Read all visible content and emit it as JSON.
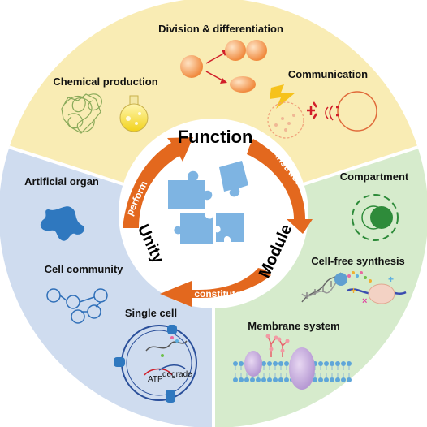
{
  "center": {
    "top_label": "Function",
    "right_label": "Module",
    "left_label": "Unity",
    "arrows": {
      "instruct": "instruct",
      "constitute": "constitute",
      "perform": "perform"
    }
  },
  "function_sector": {
    "division": "Division & differentiation",
    "chemical": "Chemical production",
    "communication": "Communication"
  },
  "module_sector": {
    "compartment": "Compartment",
    "cellfree": "Cell-free synthesis",
    "membrane": "Membrane system"
  },
  "unity_sector": {
    "organ": "Artificial organ",
    "community": "Cell community",
    "single": "Single cell",
    "atp": "ATP",
    "degrade": "degrade"
  },
  "colors": {
    "function_bg": "#f9ecb4",
    "module_bg": "#d6ebcc",
    "unity_bg": "#cfdcef",
    "arrow": "#e3681e",
    "puzzle": "#7eb4e2",
    "compartment": "#2e8b3a",
    "organ": "#2f78bf"
  }
}
